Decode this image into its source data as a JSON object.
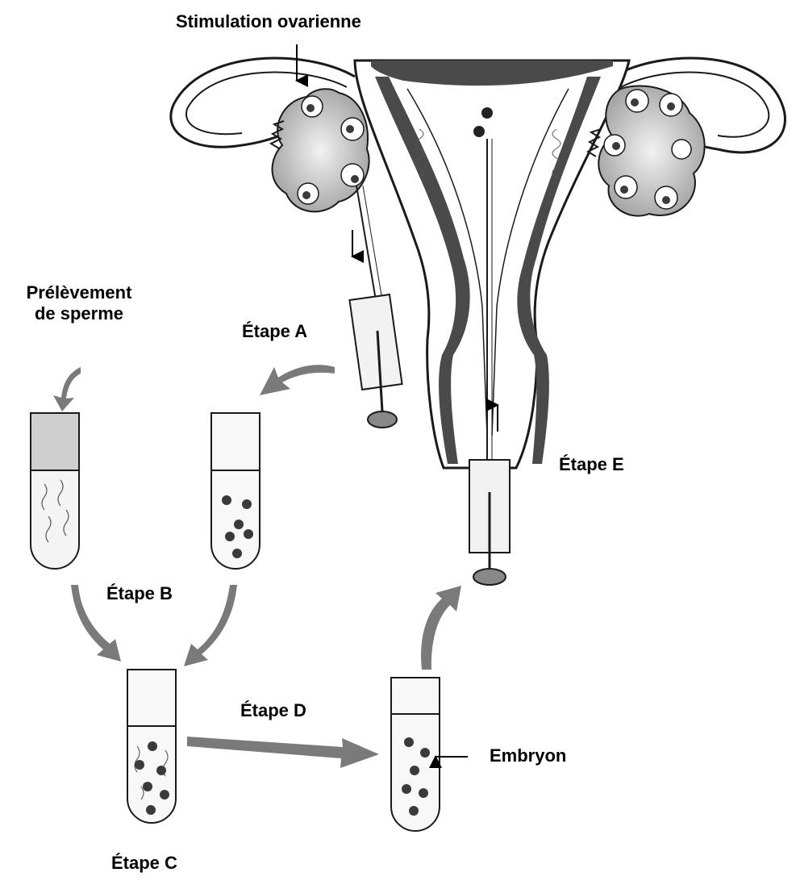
{
  "labels": {
    "stimulation": "Stimulation ovarienne",
    "sperm_line1": "Prélèvement",
    "sperm_line2": "de sperme",
    "step_a": "Étape A",
    "step_b": "Étape B",
    "step_c": "Étape C",
    "step_d": "Étape D",
    "step_e": "Étape E",
    "embryo": "Embryon"
  },
  "colors": {
    "outline": "#1a1a1a",
    "dark_tissue": "#4a4a4a",
    "ovary_fill": "#d2d2d2",
    "arrow_fill": "#7a7a7a",
    "tube_fill": "#efefef",
    "dot_fill": "#3a3a3a"
  }
}
